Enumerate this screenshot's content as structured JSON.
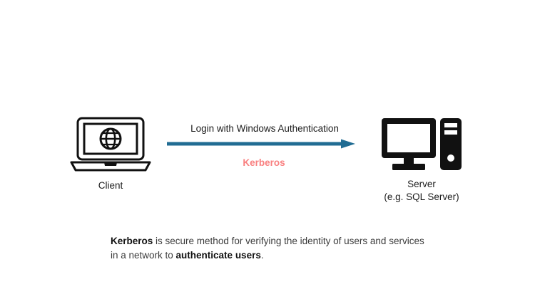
{
  "diagram": {
    "title_colors": {
      "arrow": "#216C93",
      "accent_kerberos": "#F98080",
      "icon_stroke": "#111111",
      "text": "#1c1c1c",
      "caption_text": "#3b3b3b",
      "background": "#ffffff"
    },
    "client": {
      "icon": "laptop-globe-icon",
      "label": "Client"
    },
    "server": {
      "icon": "desktop-tower-server-icon",
      "label_line1": "Server",
      "label_line2": "(e.g. SQL Server)"
    },
    "flow": {
      "top_label": "Login with Windows Authentication",
      "bottom_label": "Kerberos",
      "arrow_direction": "client-to-server",
      "arrow_icon": "right-arrow-icon"
    },
    "caption": {
      "part1_bold": "Kerberos",
      "part2": " is secure method for verifying the identity of users and services in a network to ",
      "part3_bold": "authenticate users",
      "part4": "."
    }
  }
}
